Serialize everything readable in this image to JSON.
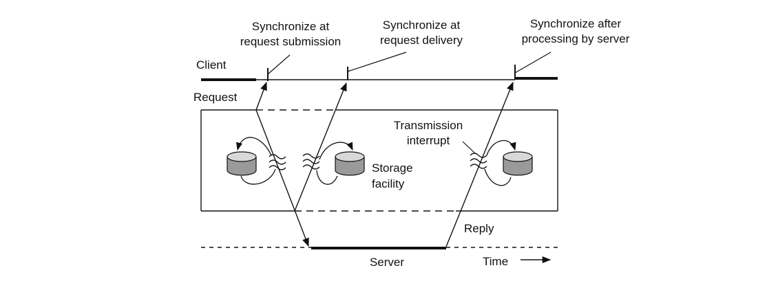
{
  "labels": {
    "sync_submission_line1": "Synchronize at",
    "sync_submission_line2": "request submission",
    "sync_delivery_line1": "Synchronize at",
    "sync_delivery_line2": "request delivery",
    "sync_after_line1": "Synchronize after",
    "sync_after_line2": "processing by server",
    "client": "Client",
    "request": "Request",
    "transmission_line1": "Transmission",
    "transmission_line2": "interrupt",
    "storage_line1": "Storage",
    "storage_line2": "facility",
    "reply": "Reply",
    "server": "Server",
    "time": "Time"
  },
  "colors": {
    "ink": "#111111",
    "disk_fill": "#9a9a9a",
    "disk_top": "#d8d8d8"
  }
}
